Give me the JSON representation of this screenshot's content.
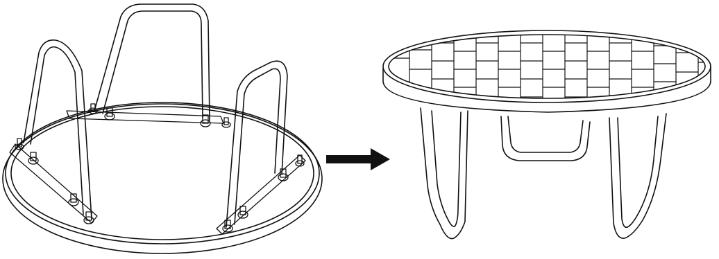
{
  "diagram": {
    "steps": [
      {
        "name": "table-upside-down",
        "legs": 3
      },
      {
        "name": "table-upright",
        "legs": 3
      }
    ],
    "connector": "right-arrow-icon"
  },
  "colors": {
    "line": "#111111",
    "arrow": "#111111",
    "background": "#ffffff"
  }
}
